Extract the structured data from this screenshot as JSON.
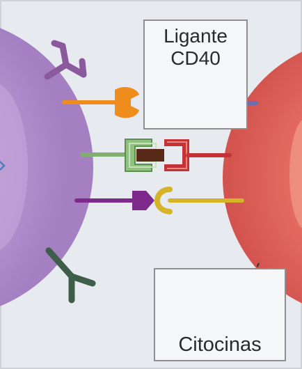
{
  "labels": {
    "cd40_line1": "Ligante",
    "cd40_line2": "CD40",
    "cytokines": "Citocinas"
  },
  "colors": {
    "background": "#e7eaee",
    "left_cell": "#b79ad0",
    "right_cell": "#e06a62",
    "orange_receptor": "#ef8c1e",
    "green_receptor": "#7fb070",
    "red_receptor": "#c23236",
    "purple_receptor": "#7d2a8c",
    "yellow_receptor": "#d6b42a",
    "cd40_ligand": "#5a5a9c",
    "cytokine": "#f2c33a",
    "antibody_purple": "#8a5a9c",
    "antibody_green": "#3f5e4a"
  }
}
